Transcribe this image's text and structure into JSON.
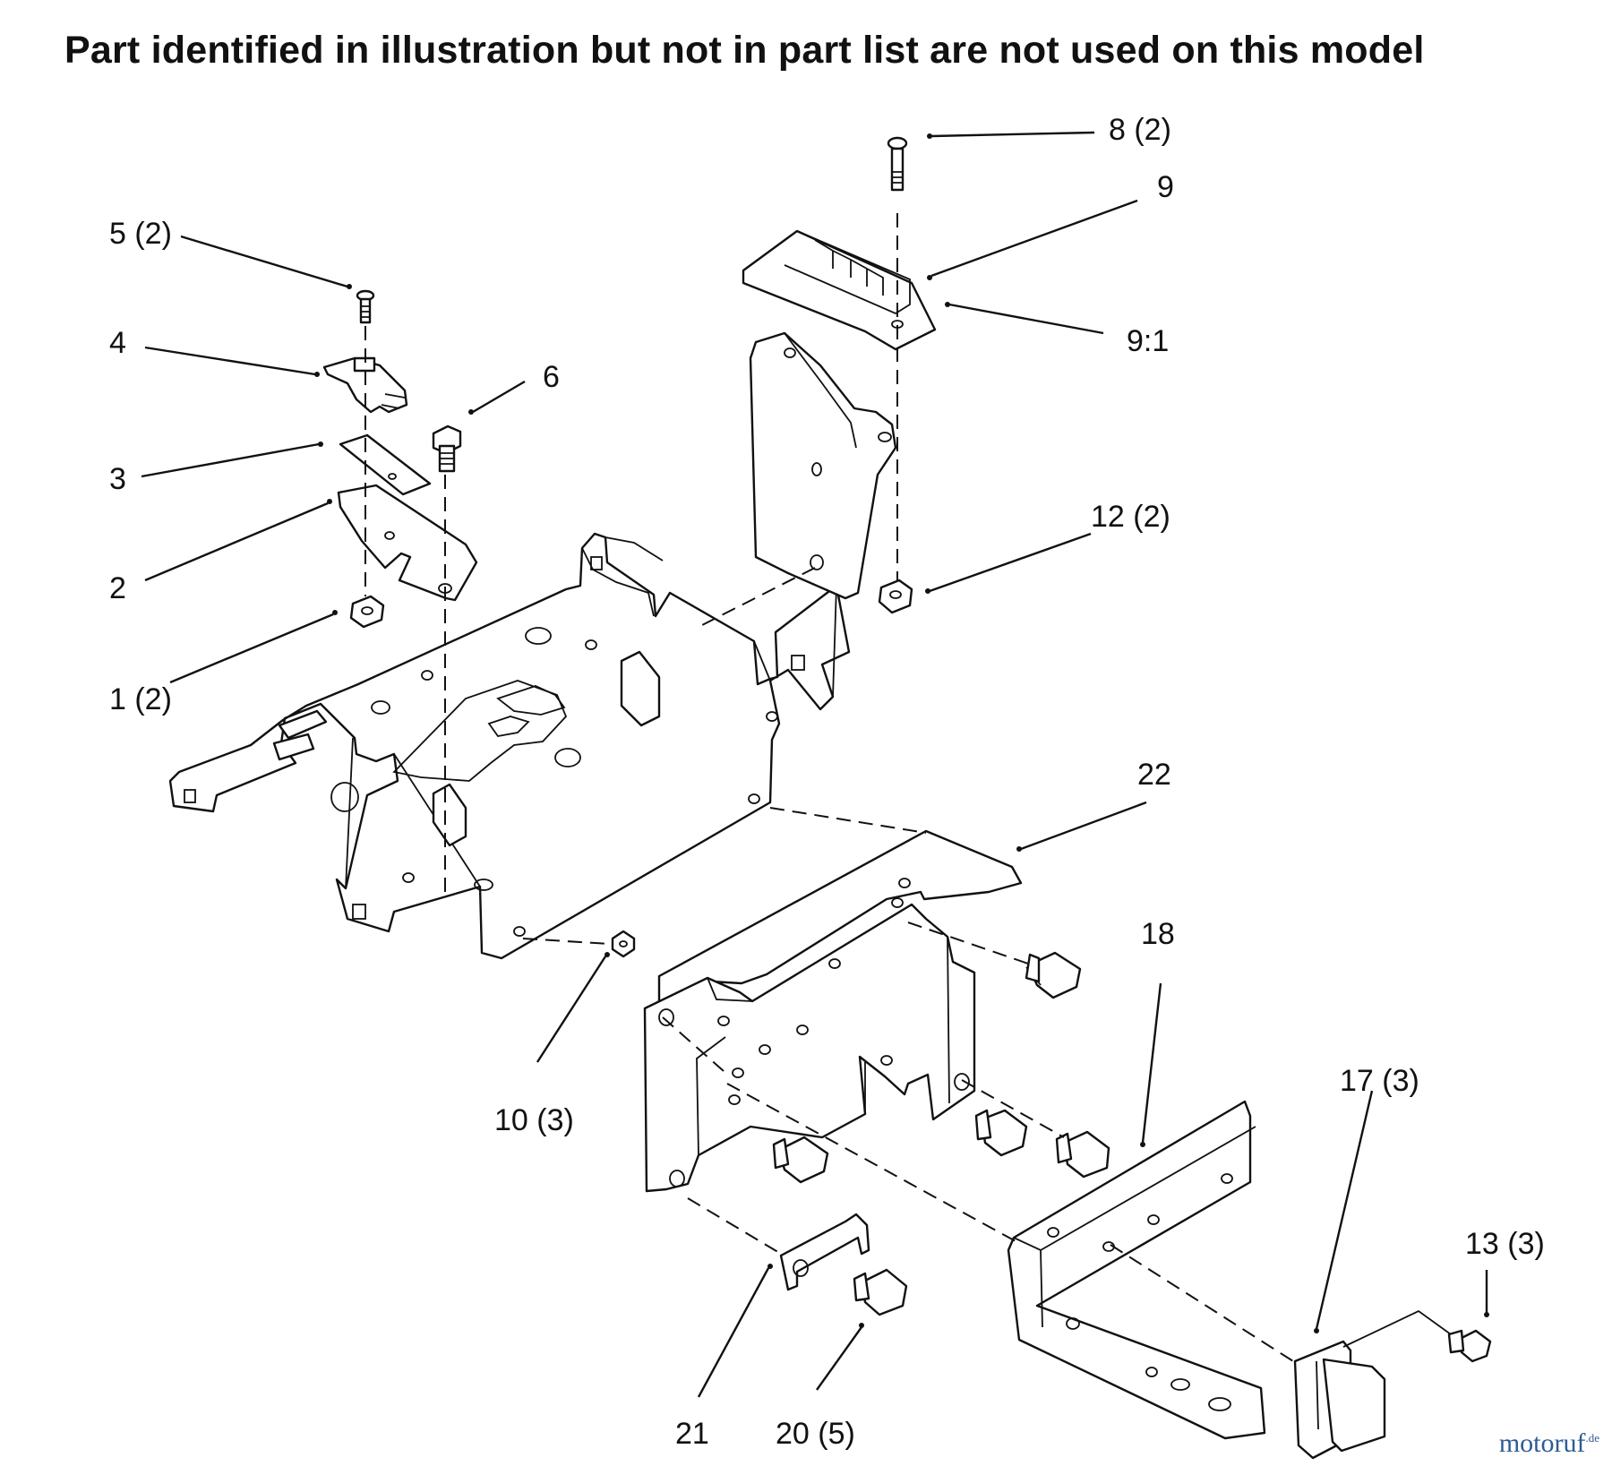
{
  "header": {
    "note": "Part identified in illustration but not in part list are not used on this model"
  },
  "callouts": {
    "c1": "1 (2)",
    "c2": "2",
    "c3": "3",
    "c4": "4",
    "c5": "5 (2)",
    "c6": "6",
    "c8": "8 (2)",
    "c9": "9",
    "c91": "9:1",
    "c10": "10 (3)",
    "c12": "12 (2)",
    "c13": "13 (3)",
    "c17": "17 (3)",
    "c18": "18",
    "c20": "20 (5)",
    "c21": "21",
    "c22": "22"
  },
  "watermark": {
    "brand": "motoruf",
    "suffix": ".de"
  }
}
